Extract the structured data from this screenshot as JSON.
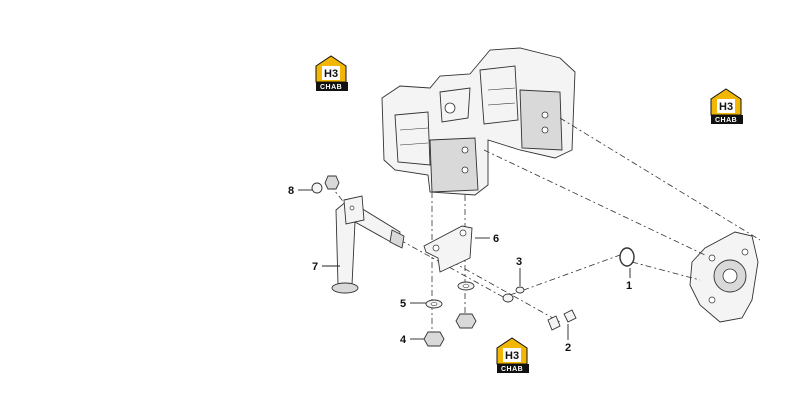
{
  "logos": [
    {
      "id": "logo-top-left",
      "mark": "H3",
      "word": "CHAB"
    },
    {
      "id": "logo-top-right",
      "mark": "H3",
      "word": "CHAB"
    },
    {
      "id": "logo-bottom",
      "mark": "H3",
      "word": "CHAB"
    }
  ],
  "callouts": [
    {
      "id": "callout-1",
      "label": "1"
    },
    {
      "id": "callout-2",
      "label": "2"
    },
    {
      "id": "callout-3",
      "label": "3"
    },
    {
      "id": "callout-4",
      "label": "4"
    },
    {
      "id": "callout-5",
      "label": "5"
    },
    {
      "id": "callout-6",
      "label": "6"
    },
    {
      "id": "callout-7",
      "label": "7"
    },
    {
      "id": "callout-8",
      "label": "8"
    }
  ],
  "colors": {
    "logo_yellow": "#f2b705",
    "logo_black": "#111111",
    "line": "#333333"
  }
}
